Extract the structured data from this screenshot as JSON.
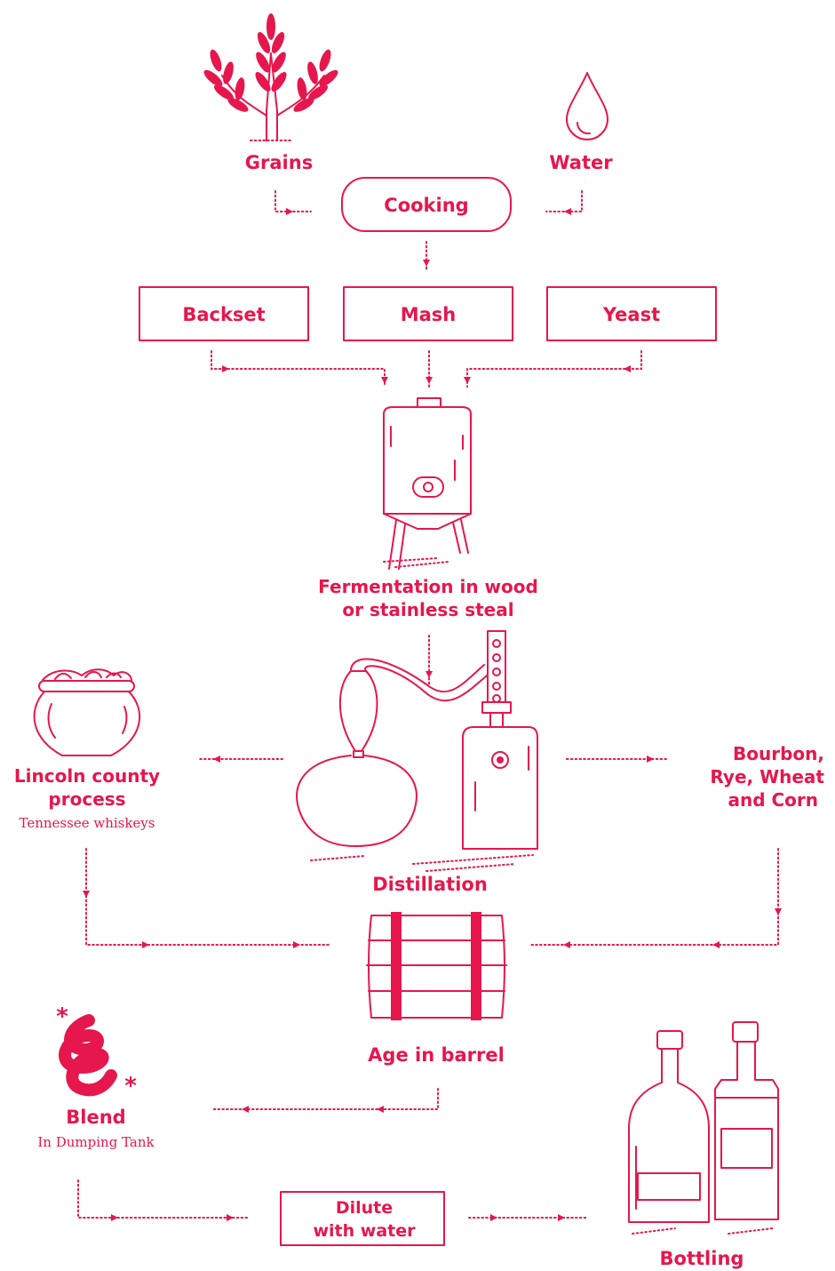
{
  "colors": {
    "accent": "#e5174d",
    "background": "#ffffff"
  },
  "icons": [
    "wheat-icon",
    "water-drop-icon",
    "fermentation-tank-icon",
    "pot-still-icon",
    "column-still-icon",
    "cauldron-icon",
    "barrel-icon",
    "blend-swirl-icon",
    "bottles-icon"
  ],
  "nodes": {
    "grains": "Grains",
    "water": "Water",
    "cooking": "Cooking",
    "backset": "Backset",
    "mash": "Mash",
    "yeast": "Yeast",
    "fermentation_line1": "Fermentation in wood",
    "fermentation_line2": "or stainless steal",
    "lincoln_line1": "Lincoln county",
    "lincoln_line2": "process",
    "lincoln_sub": "Tennessee whiskeys",
    "bourbon_line1": "Bourbon,",
    "bourbon_line2": "Rye, Wheat",
    "bourbon_line3": "and Corn",
    "distillation": "Distillation",
    "age": "Age in barrel",
    "blend": "Blend",
    "blend_sub": "In Dumping Tank",
    "dilute_line1": "Dilute",
    "dilute_line2": "with water",
    "bottling": "Bottling"
  }
}
